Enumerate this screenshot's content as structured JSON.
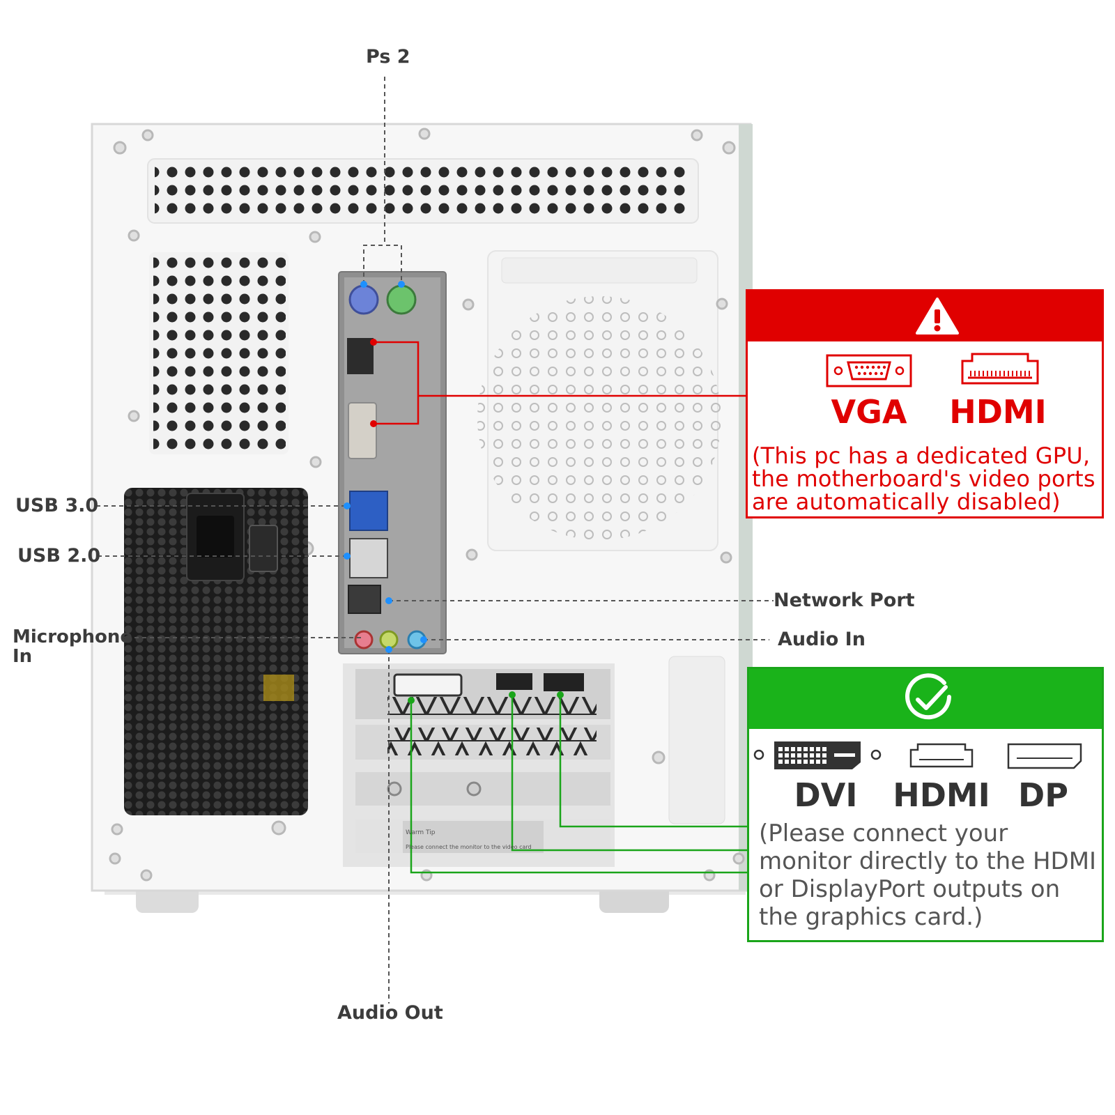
{
  "callouts": {
    "ps2": "Ps 2",
    "usb3": "USB 3.0",
    "usb2": "USB 2.0",
    "network": "Network Port",
    "mic": "Microphone In",
    "audio_in": "Audio In",
    "audio_out": "Audio Out"
  },
  "warning_panel": {
    "icon": "warning-triangle-icon",
    "color": "#e00000",
    "ports": [
      {
        "icon": "vga-port-icon",
        "label": "VGA"
      },
      {
        "icon": "hdmi-port-icon",
        "label": "HDMI"
      }
    ],
    "note": "(This pc has a dedicated GPU, the motherboard's video ports are automatically disabled)"
  },
  "ok_panel": {
    "icon": "checkmark-circle-icon",
    "color": "#1ab31a",
    "ports": [
      {
        "icon": "dvi-port-icon",
        "label": "DVI"
      },
      {
        "icon": "hdmi-port-icon",
        "label": "HDMI"
      },
      {
        "icon": "displayport-icon",
        "label": "DP"
      }
    ],
    "note": "(Please connect your monitor directly to the HDMI or DisplayPort outputs on the graphics card.)"
  },
  "warm_tip": {
    "title": "Warm Tip",
    "text": "Please connect the monitor to the video card"
  }
}
